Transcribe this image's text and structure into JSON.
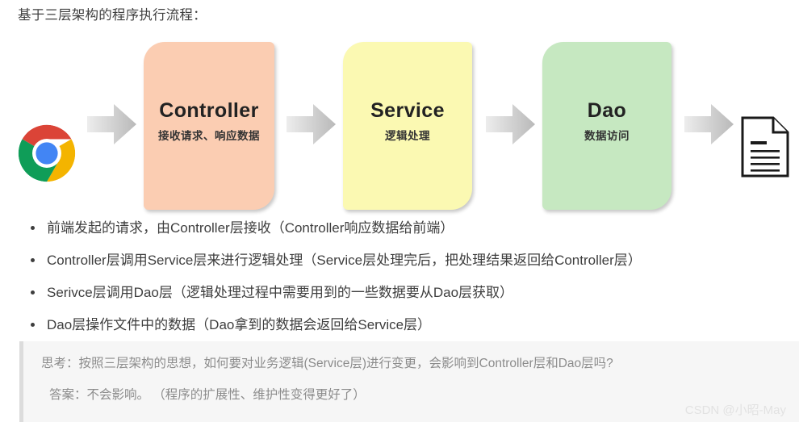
{
  "page": {
    "title": "基于三层架构的程序执行流程：",
    "watermark": "CSDN @小昭-May"
  },
  "flow": {
    "start_icon": "chrome-logo-icon",
    "end_icon": "document-file-icon",
    "arrow_icon": "right-block-arrow-icon",
    "boxes": [
      {
        "title": "Controller",
        "subtitle": "接收请求、响应数据",
        "color": "#fbcdb2"
      },
      {
        "title": "Service",
        "subtitle": "逻辑处理",
        "color": "#fbf9b2"
      },
      {
        "title": "Dao",
        "subtitle": "数据访问",
        "color": "#c6e8c1"
      }
    ]
  },
  "bullets": [
    "前端发起的请求，由Controller层接收（Controller响应数据给前端）",
    "Controller层调用Service层来进行逻辑处理（Service层处理完后，把处理结果返回给Controller层）",
    "Serivce层调用Dao层（逻辑处理过程中需要用到的一些数据要从Dao层获取）",
    "Dao层操作文件中的数据（Dao拿到的数据会返回给Service层）"
  ],
  "note": {
    "question": "思考：按照三层架构的思想，如何要对业务逻辑(Service层)进行变更，会影响到Controller层和Dao层吗?",
    "answer": "答案：不会影响。 （程序的扩展性、维护性变得更好了）",
    "background": "#f6f6f6",
    "accent": "#dcdcdc"
  }
}
